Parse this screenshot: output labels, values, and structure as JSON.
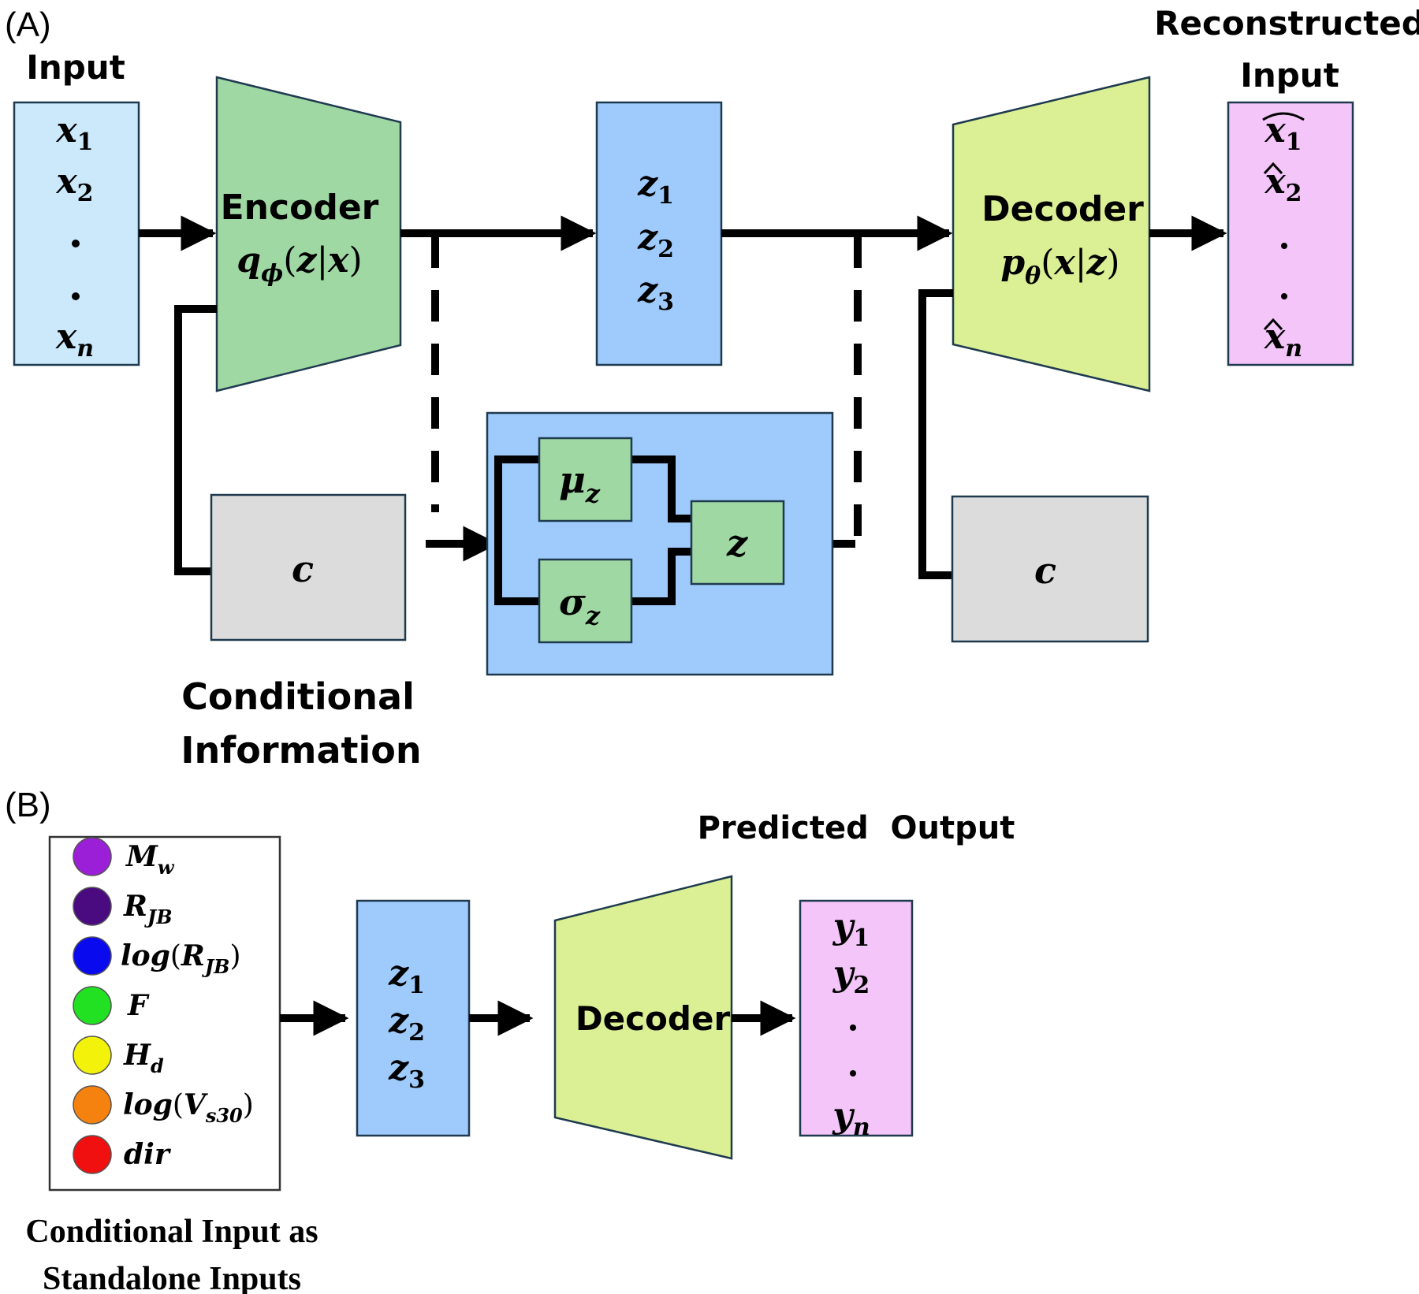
{
  "panel_a": {
    "label": "(A)",
    "input_title": "Input",
    "input_items": [
      "x1",
      "x2",
      ".",
      ".",
      "xn"
    ],
    "encoder": {
      "name": "Encoder",
      "formula": "qϕ(z|x)"
    },
    "latent_items": [
      "z1",
      "z2",
      "z3"
    ],
    "sampling": {
      "mu": "μz",
      "sigma": "σz",
      "z": "z"
    },
    "cond_left": "c",
    "cond_right": "c",
    "cond_caption_line1": "Conditional",
    "cond_caption_line2": "Information",
    "decoder": {
      "name": "Decoder",
      "formula": "pθ(x|z)"
    },
    "recon_title_line1": "Reconstructed",
    "recon_title_line2": "Input",
    "recon_items": [
      "x̂1",
      "x̂2",
      ".",
      ".",
      "x̂n"
    ]
  },
  "panel_b": {
    "label": "(B)",
    "legend_items": [
      {
        "label": "Mw",
        "color": "#9b1fd6"
      },
      {
        "label": "RJB",
        "color": "#4a0a80"
      },
      {
        "label": "log(RJB)",
        "color": "#0a0aee"
      },
      {
        "label": "F",
        "color": "#22e022"
      },
      {
        "label": "Hd",
        "color": "#f2f20a"
      },
      {
        "label": "log(Vs30)",
        "color": "#f5820f"
      },
      {
        "label": "dir",
        "color": "#f01010"
      }
    ],
    "cond_caption_line1": "Conditional Input as",
    "cond_caption_line2": "Standalone Inputs",
    "latent_items": [
      "z1",
      "z2",
      "z3"
    ],
    "decoder": "Decoder",
    "output_title": "Predicted  Output",
    "output_items": [
      "y1",
      "y2",
      ".",
      ".",
      "yn"
    ]
  },
  "colors": {
    "input_box": "#cce9fb",
    "encoder": "#a0d8a4",
    "latent_box": "#9ecbfc",
    "decoder": "#dbf095",
    "recon_box": "#f3c5f8",
    "cond_box": "#dcdcdc",
    "sampling_inner": "#a0d8a4"
  }
}
